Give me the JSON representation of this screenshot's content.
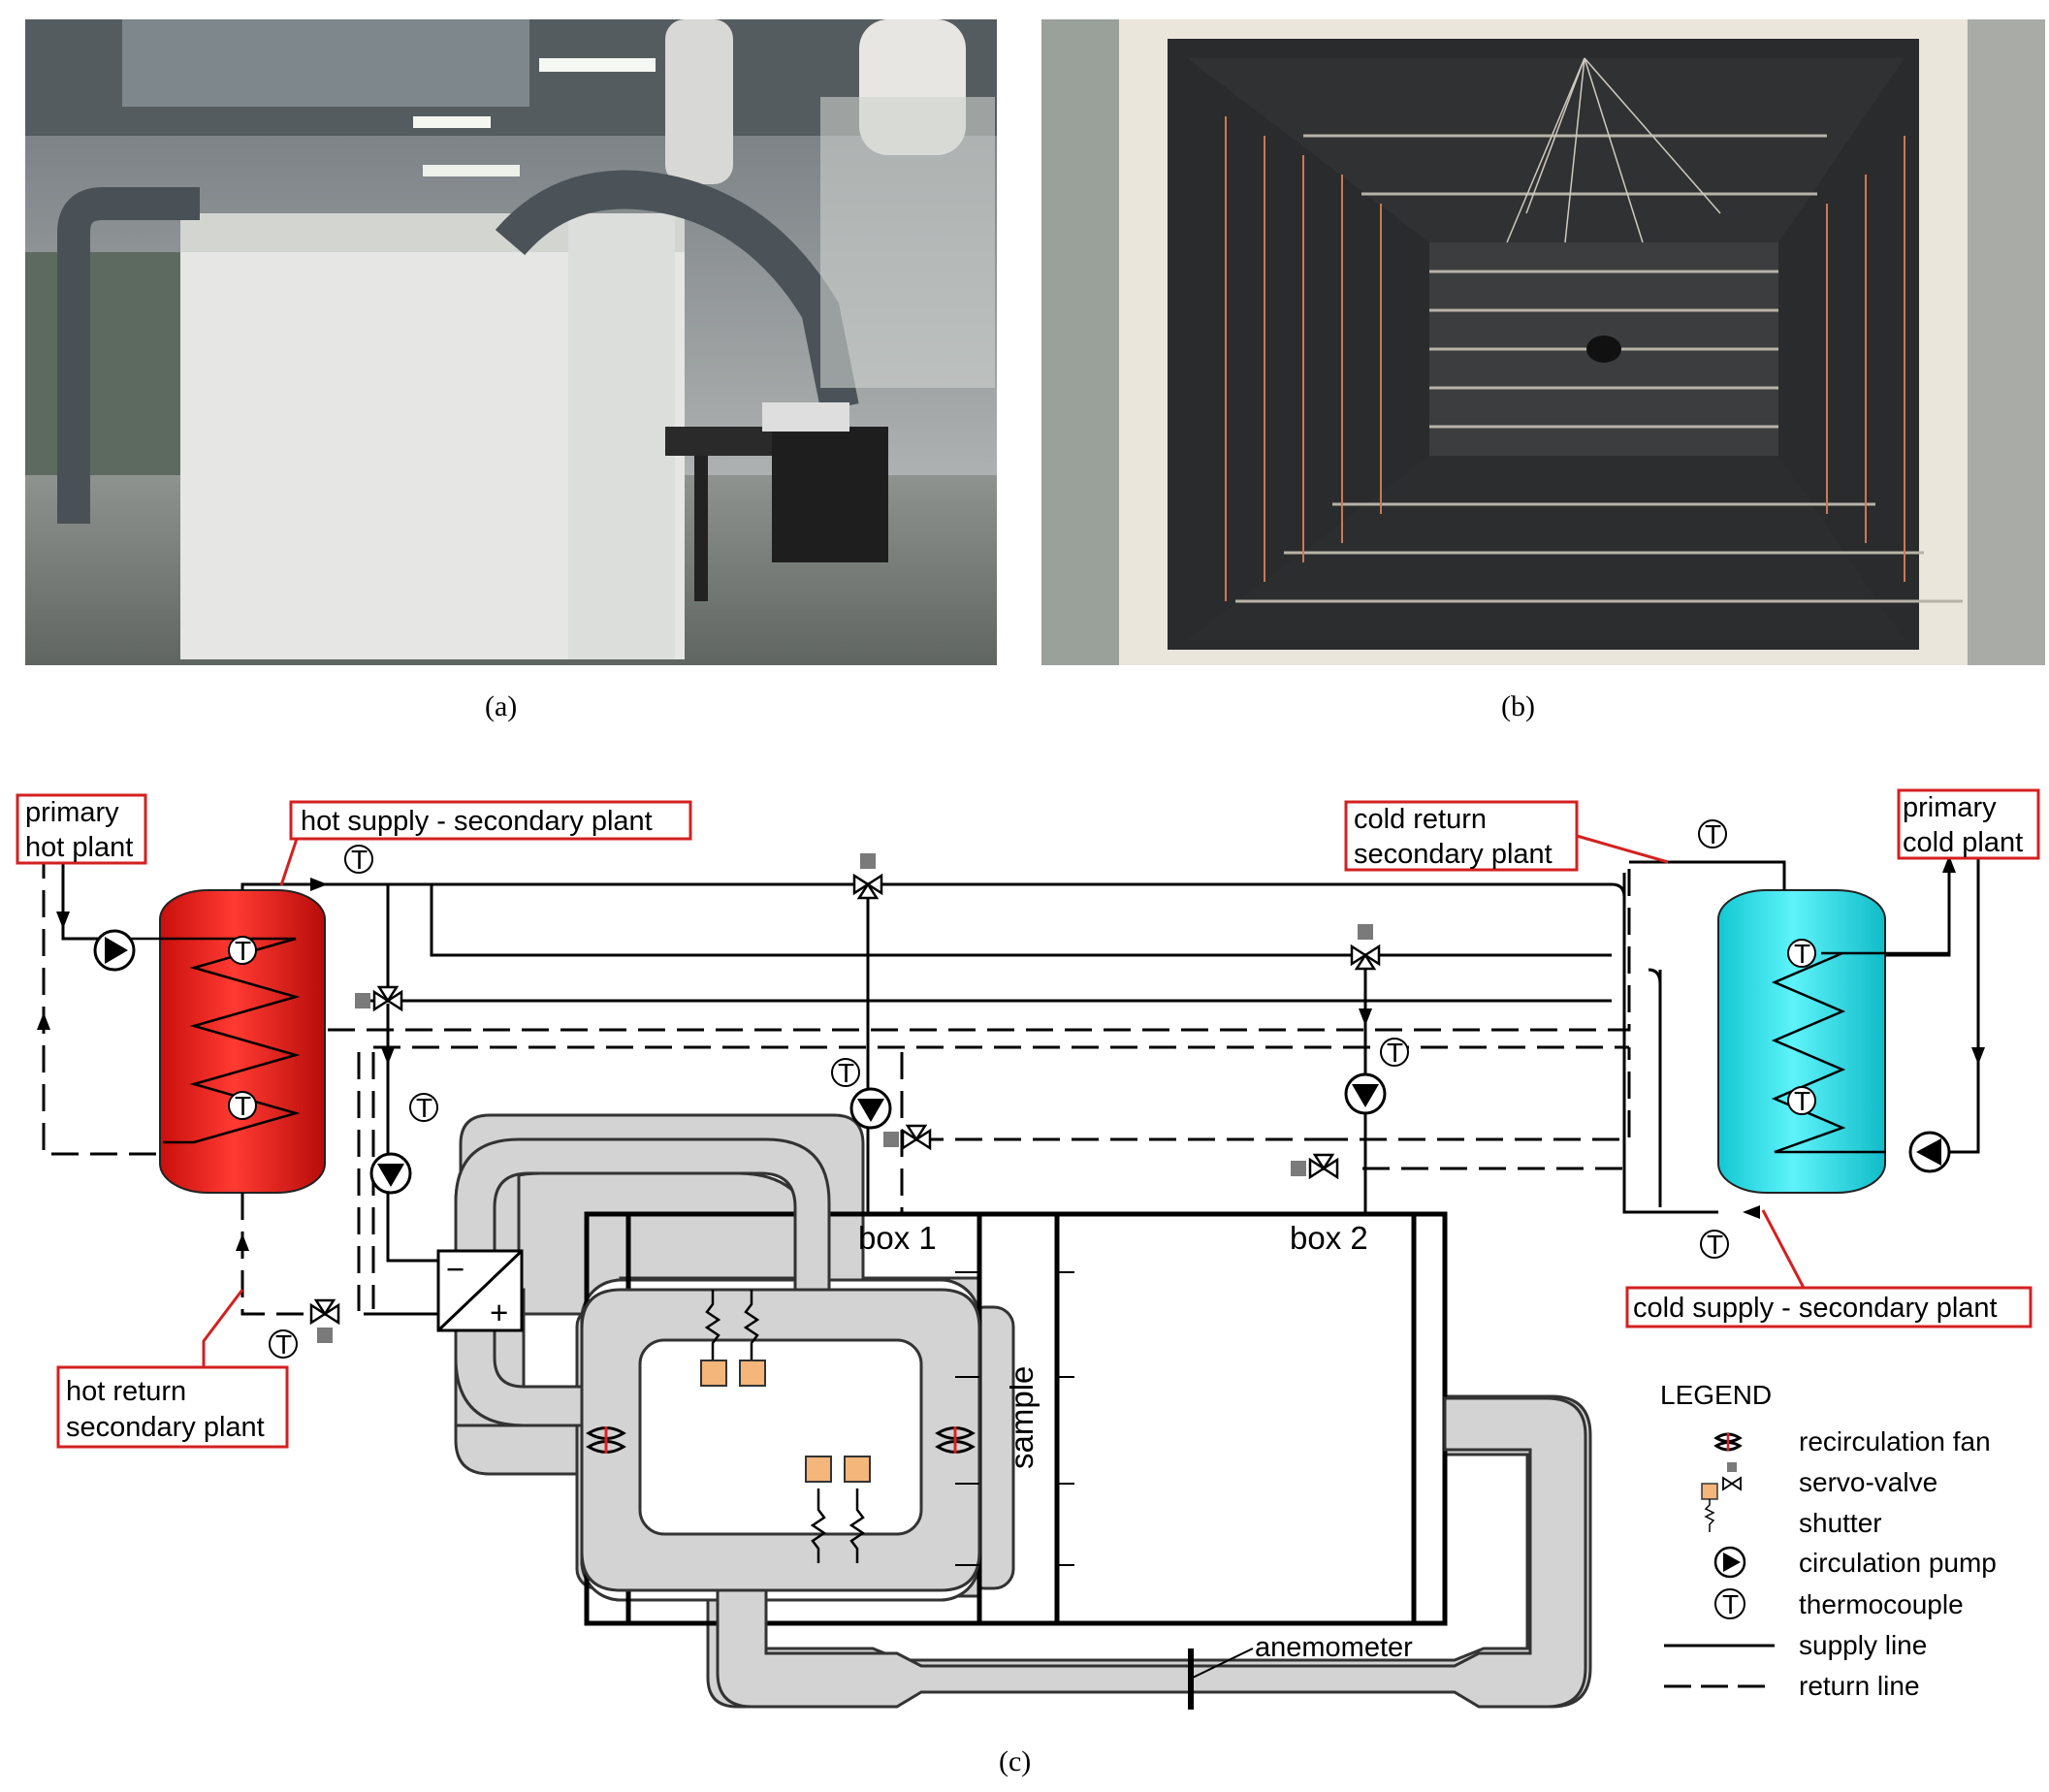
{
  "captions": {
    "a": "(a)",
    "b": "(b)",
    "c": "(c)"
  },
  "photos": {
    "a": {
      "subject": "climatic chamber exterior with ducts and desk"
    },
    "b": {
      "subject": "interior of test box with radiant panels"
    }
  },
  "colors": {
    "hot_tank": "#e8201c",
    "cold_tank": "#22e6f0",
    "label_border": "#d42020",
    "shutter": "#f4b67a",
    "servo_actuator": "#7a7a7a",
    "duct": "#d3d3d3"
  },
  "labels": {
    "primary_hot_plant": [
      "primary",
      "hot plant"
    ],
    "hot_supply": "hot supply - secondary plant",
    "cold_return": [
      "cold return",
      "secondary plant"
    ],
    "primary_cold_plant": [
      "primary",
      "cold plant"
    ],
    "hot_return": [
      "hot return",
      "secondary plant"
    ],
    "cold_supply": "cold supply - secondary plant",
    "box1": "box 1",
    "box2": "box 2",
    "sample": "sample",
    "anemometer": "anemometer",
    "hx_minus": "−",
    "hx_plus": "+",
    "thermocouple_glyph": "T"
  },
  "legend": {
    "title": "LEGEND",
    "items": [
      {
        "icon": "recirculation-fan-icon",
        "label": "recirculation fan"
      },
      {
        "icon": "servo-valve-icon",
        "label": "servo-valve"
      },
      {
        "icon": "shutter-icon",
        "label": "shutter"
      },
      {
        "icon": "circulation-pump-icon",
        "label": "circulation pump"
      },
      {
        "icon": "thermocouple-icon",
        "label": "thermocouple"
      },
      {
        "icon": "supply-line-icon",
        "label": "supply line"
      },
      {
        "icon": "return-line-icon",
        "label": "return line"
      }
    ]
  }
}
